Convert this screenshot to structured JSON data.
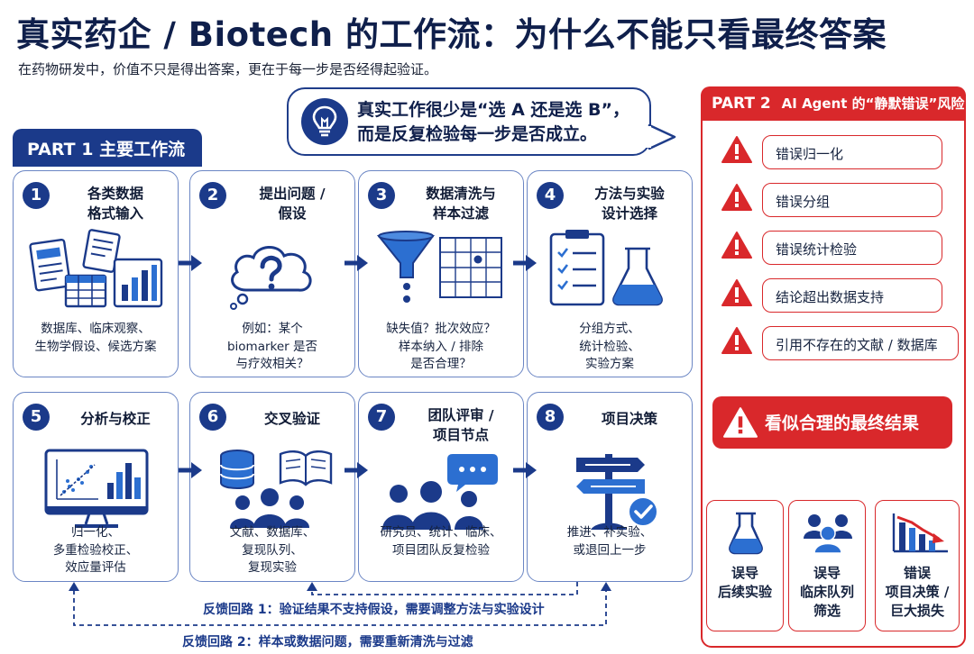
{
  "header": {
    "title": "真实药企 / Biotech 的工作流：为什么不能只看最终答案",
    "subtitle": "在药物研发中，价值不只是得出答案，更在于每一步是否经得起验证。"
  },
  "callout": {
    "line1": "真实工作很少是“选 A 还是选 B”，",
    "line2": "而是反复检验每一步是否成立。",
    "icon": "lightbulb-icon"
  },
  "part1": {
    "label": "PART 1 主要工作流",
    "steps": [
      {
        "num": "1",
        "title": "各类数据\n格式输入",
        "desc": "数据库、临床观察、\n生物学假设、候选方案",
        "icon": "documents-and-charts-icon"
      },
      {
        "num": "2",
        "title": "提出问题 /\n假设",
        "desc": "例如：某个\nbiomarker 是否\n与疗效相关？",
        "icon": "question-cloud-icon"
      },
      {
        "num": "3",
        "title": "数据清洗与\n样本过滤",
        "desc": "缺失值？批次效应？\n样本纳入 / 排除\n是否合理？",
        "icon": "funnel-grid-icon"
      },
      {
        "num": "4",
        "title": "方法与实验\n设计选择",
        "desc": "分组方式、\n统计检验、\n实验方案",
        "icon": "checklist-flask-icon"
      },
      {
        "num": "5",
        "title": "分析与校正",
        "desc": "归一化、\n多重检验校正、\n效应量评估",
        "icon": "monitor-chart-icon"
      },
      {
        "num": "6",
        "title": "交叉验证",
        "desc": "文献、数据库、\n复现队列、\n复现实验",
        "icon": "database-book-people-icon"
      },
      {
        "num": "7",
        "title": "团队评审 /\n项目节点",
        "desc": "研究员、统计、临床、\n项目团队反复检验",
        "icon": "team-discussion-icon"
      },
      {
        "num": "8",
        "title": "项目决策",
        "desc": "推进、补实验、\n或退回上一步",
        "icon": "signpost-check-icon"
      }
    ]
  },
  "feedback": {
    "loop1": "反馈回路 1：验证结果不支持假设，需要调整方法与实验设计",
    "loop2": "反馈回路 2：样本或数据问题，需要重新清洗与过滤"
  },
  "part2": {
    "prefix": "PART 2",
    "label": "AI Agent 的“静默错误”风险",
    "errors": [
      "错误归一化",
      "错误分组",
      "错误统计检验",
      "结论超出数据支持",
      "引用不存在的文献 / 数据库"
    ],
    "final": "看似合理的最终结果",
    "outcomes": [
      {
        "text": "误导\n后续实验",
        "icon": "flask-icon"
      },
      {
        "text": "误导\n临床队列\n筛选",
        "icon": "people-group-icon"
      },
      {
        "text": "错误\n项目决策 /\n巨大损失",
        "icon": "declining-chart-icon"
      }
    ]
  },
  "colors": {
    "navy": "#1b3a8a",
    "red": "#d9282b",
    "accent_blue": "#2c6fd1"
  }
}
